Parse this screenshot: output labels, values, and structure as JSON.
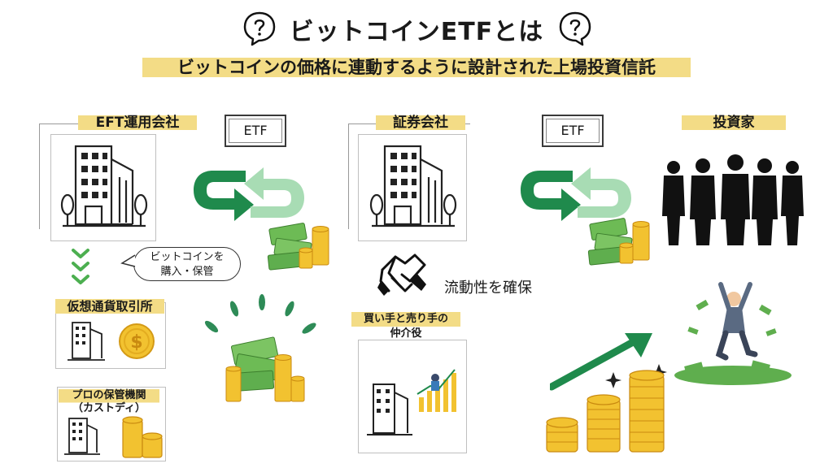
{
  "header": {
    "title": "ビットコインETFとは",
    "subtitle": "ビットコインの価格に連動するように設計された上場投資信託"
  },
  "nodes": {
    "operator": "EFT運用会社",
    "etf_left": "ETF",
    "securities": "証券会社",
    "etf_right": "ETF",
    "investors": "投資家",
    "exchange": "仮想通貨取引所",
    "custody": "プロの保管機関\n（カストディ）",
    "broker_role": "買い手と売り手の\n仲介役"
  },
  "bubble": {
    "line1": "ビットコインを",
    "line2": "購入・保管"
  },
  "liquidity": "流動性を確保",
  "colors": {
    "highlight": "#f3dc86",
    "green_dark": "#1f8a4c",
    "green_light": "#a8dcb4",
    "gold": "#f2c230",
    "money": "#5fae4e"
  }
}
